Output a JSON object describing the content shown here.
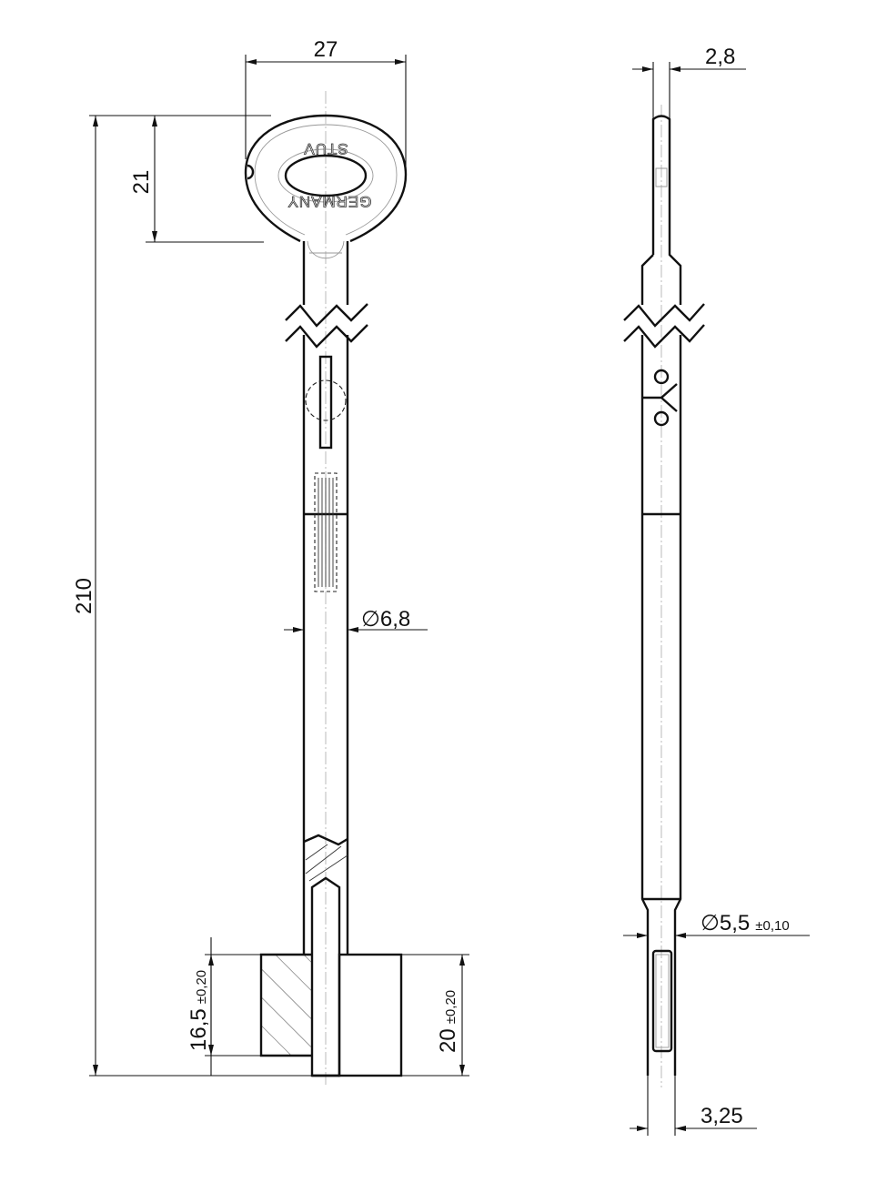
{
  "drawing": {
    "front_view": {
      "logo_text_top": "STUV",
      "logo_text_bottom": "GERMANY",
      "dim_head_width": "27",
      "dim_head_height": "21",
      "dim_total_length": "210",
      "dim_shaft_diameter": "6,8",
      "dim_bit_left": "16,5",
      "dim_bit_left_tol": "±0,20",
      "dim_bit_right": "20",
      "dim_bit_right_tol": "±0,20"
    },
    "side_view": {
      "dim_thickness": "2,8",
      "dim_tip_diameter": "5,5",
      "dim_tip_diameter_tol": "±0,10",
      "dim_tip_width": "3,25"
    },
    "diameter_symbol": "∅"
  }
}
